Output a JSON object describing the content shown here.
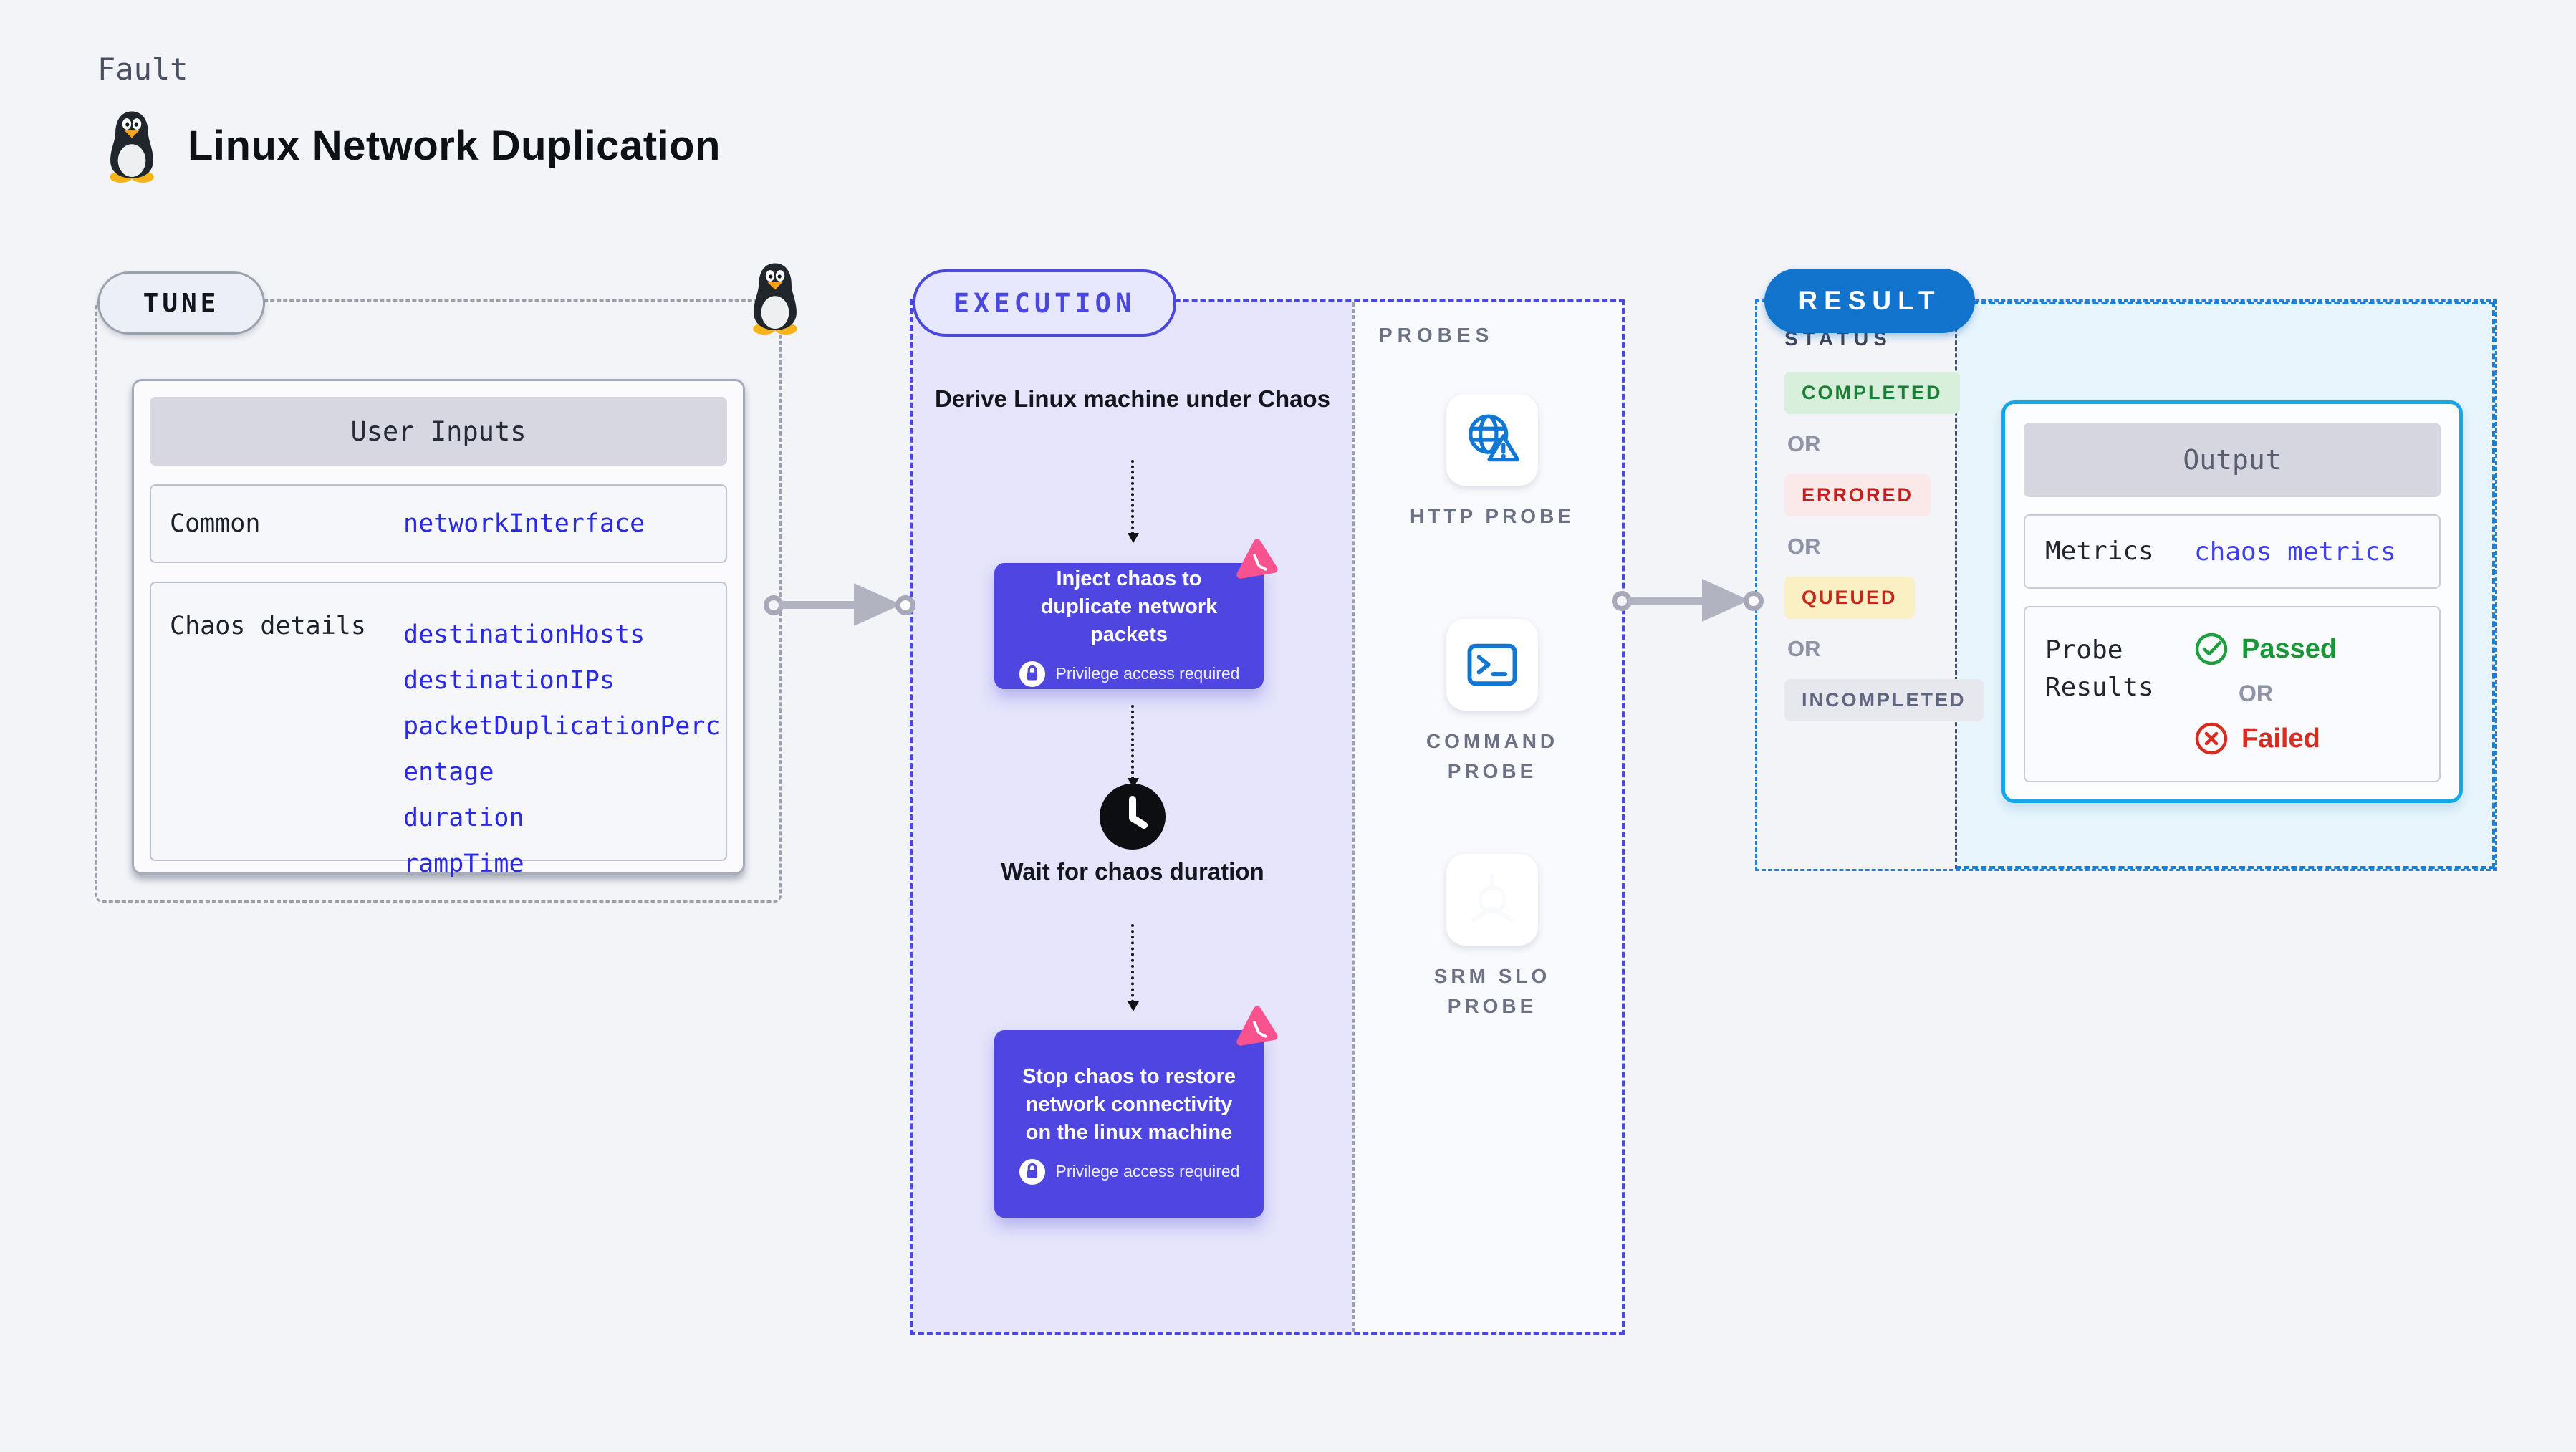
{
  "header": {
    "eyebrow": "Fault",
    "title": "Linux Network Duplication",
    "icon": "tux-penguin-icon"
  },
  "tune": {
    "badge": "TUNE",
    "table_title": "User Inputs",
    "rows": [
      {
        "label": "Common",
        "values": [
          "networkInterface"
        ]
      },
      {
        "label": "Chaos details",
        "values": [
          "destinationHosts",
          "destinationIPs",
          "packetDuplicationPercentage",
          "duration",
          "rampTime"
        ]
      }
    ]
  },
  "execution": {
    "badge": "EXECUTION",
    "steps": {
      "derive": "Derive Linux machine under Chaos",
      "inject": "Inject chaos to duplicate network packets",
      "wait": "Wait for chaos duration",
      "stop": "Stop chaos to restore network connectivity on the linux machine"
    },
    "privilege_note": "Privilege access required"
  },
  "probes": {
    "title": "PROBES",
    "items": [
      {
        "label": "HTTP PROBE",
        "icon": "globe-warning-icon"
      },
      {
        "label": "COMMAND PROBE",
        "icon": "terminal-icon"
      },
      {
        "label": "SRM SLO PROBE",
        "icon": "slo-pie-check-icon"
      }
    ]
  },
  "result": {
    "badge": "RESULT",
    "status_title": "STATUS",
    "or_label": "OR",
    "statuses": [
      {
        "label": "COMPLETED",
        "color": "#1b7f35",
        "bg": "#d8efdb"
      },
      {
        "label": "ERRORED",
        "color": "#c41f1c",
        "bg": "#fbe9e9"
      },
      {
        "label": "QUEUED",
        "color": "#c12a1a",
        "bg": "#fbf0c4"
      },
      {
        "label": "INCOMPLETED",
        "color": "#606580",
        "bg": "#e7e8ee"
      }
    ],
    "output": {
      "title": "Output",
      "metrics_label": "Metrics",
      "metrics_value": "chaos metrics",
      "probe_results_label": "Probe Results",
      "passed": "Passed",
      "failed": "Failed"
    }
  },
  "colors": {
    "accent_purple": "#4b48de",
    "accent_blue": "#1273cd",
    "accent_cyan": "#15a8e6",
    "chaos_pink": "#f8538f",
    "probe_icon_blue": "#1077d4"
  }
}
